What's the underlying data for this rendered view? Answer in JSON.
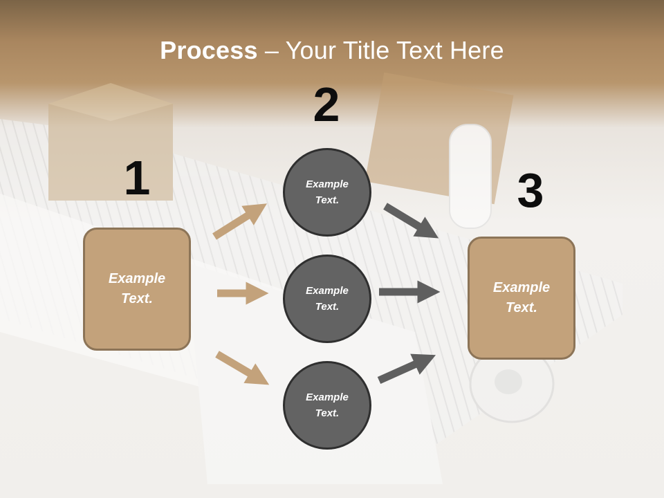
{
  "title": {
    "bold": "Process",
    "rest": " – Your Title Text Here"
  },
  "steps": [
    "1",
    "2",
    "3"
  ],
  "left_box": {
    "line1": "Example",
    "line2": "Text."
  },
  "circles": [
    {
      "line1": "Example",
      "line2": "Text."
    },
    {
      "line1": "Example",
      "line2": "Text."
    },
    {
      "line1": "Example",
      "line2": "Text."
    }
  ],
  "right_box": {
    "line1": "Example",
    "line2": "Text."
  },
  "colors": {
    "tan": "#c3a27b",
    "tan_border": "#8c7457",
    "circle": "#636363",
    "circle_border": "#2f2f2f",
    "dark_arrow": "#5f5f5f"
  }
}
